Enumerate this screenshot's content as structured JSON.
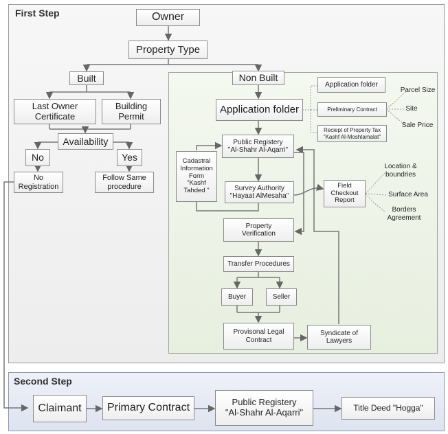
{
  "step1": {
    "title": "First Step",
    "owner": "Owner",
    "property_type": "Property Type",
    "built": "Built",
    "non_built": "Non Built",
    "last_owner_certificate": "Last Owner\nCertificate",
    "building_permit": "Building\nPermit",
    "availability": "Availability",
    "no": "No",
    "yes": "Yes",
    "no_registration": "No\nRegistration",
    "follow_same_procedure": "Follow Same\nprocedure",
    "application_folder_main": "Application folder",
    "application_folder_small": "Application folder",
    "preliminary_contract": "Preliminary Contract",
    "receipt_property_tax": "Reciept of Property Tax\n\"Kashf Al-Moshtamalat\"",
    "parcel_size": "Parcel Size",
    "site": "Site",
    "sale_price": "Sale Price",
    "public_registry": "Public Registery\n\"Al-Shahr Al-Aqarri\"",
    "cadastral_form": "Cadastral\nInformation\nForm\n\"Kashf\nTahded \"",
    "survey_authority": "Survey Authority\n\"Hayaat AlMesaha\"",
    "field_checkout_report": "Field\nCheckout\nReport",
    "location_boundries": "Location &\nboundries",
    "surface_area": "Surface Area",
    "borders_agreement": "Borders\nAgreement",
    "property_verification": "Property\nVerification",
    "transfer_procedures": "Transfer Procedures",
    "buyer": "Buyer",
    "seller": "Seller",
    "provisional_legal_contract": "Provisonal Legal\nContract",
    "syndicate_of_lawyers": "Syndicate of\nLawyers"
  },
  "step2": {
    "title": "Second Step",
    "claimant": "Claimant",
    "primary_contract": "Primary Contract",
    "public_registry": "Public Registery\n\"Al-Shahr Al-Aqarri\"",
    "title_deed": "Title Deed \"Hogga\""
  }
}
